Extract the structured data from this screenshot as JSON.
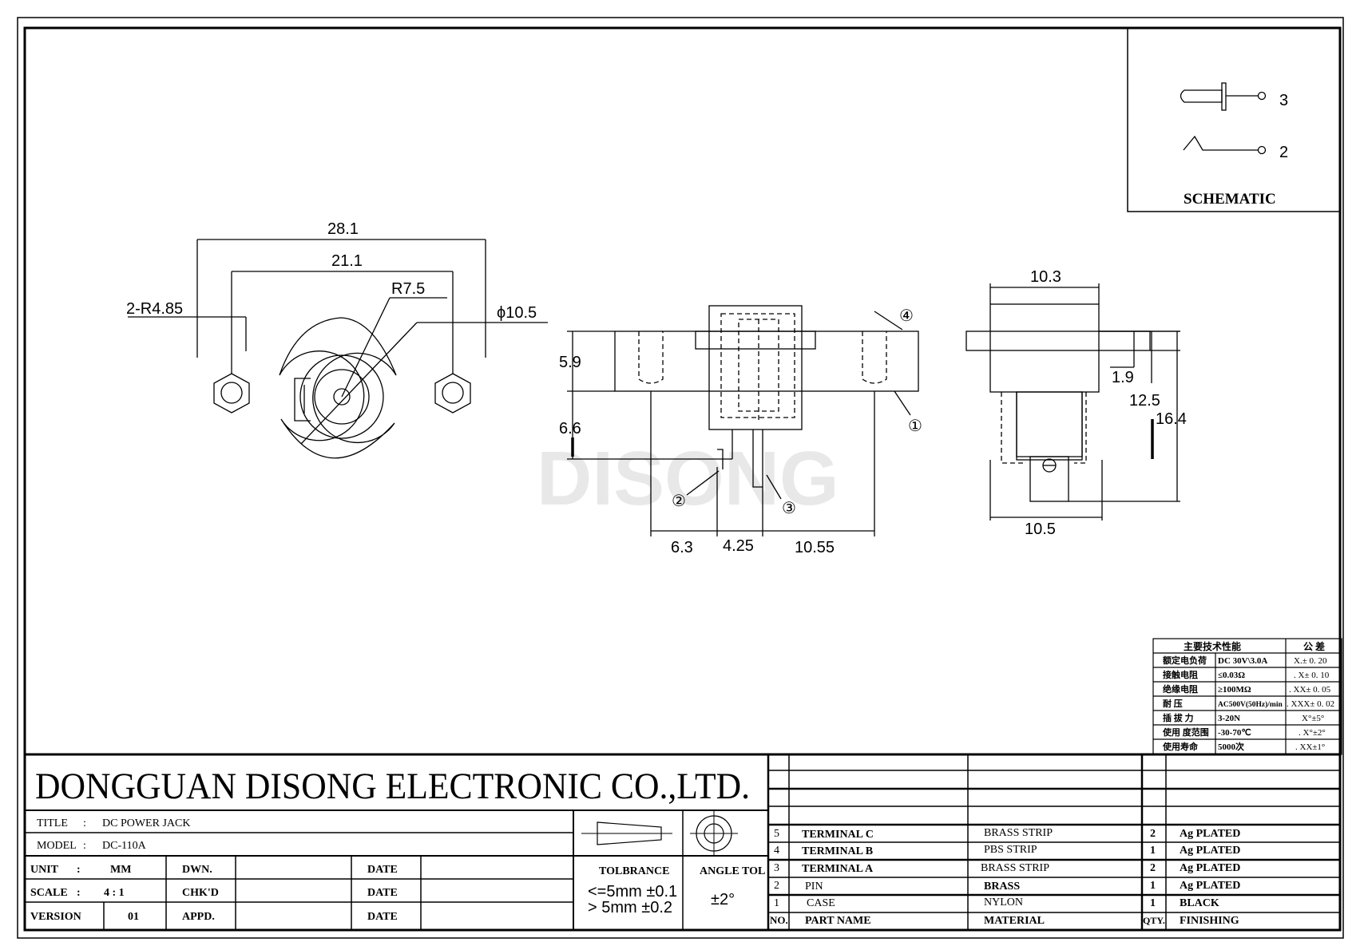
{
  "watermark": "DISONG",
  "schematic": {
    "label": "SCHEMATIC",
    "pin3": "3",
    "pin2": "2"
  },
  "dims": {
    "d28": "28.1",
    "d21": "21.1",
    "r75": "R7.5",
    "r485": "2-R4.85",
    "phi": "ϕ10.5",
    "d59": "5.9",
    "d66": "6.6",
    "d63": "6.3",
    "d425": "4.25",
    "d1055": "10.55",
    "d103": "10.3",
    "d19": "1.9",
    "d125": "12.5",
    "d164": "16.4",
    "d105": "10.5"
  },
  "callouts": {
    "c1": "①",
    "c2": "②",
    "c3": "③",
    "c4": "④"
  },
  "spec": {
    "header": "主要技术性能",
    "tol_header": "公 差",
    "rows": [
      {
        "k": "额定电负荷",
        "v": "DC 30V\\3.0A",
        "t": "X.± 0. 20"
      },
      {
        "k": "接触电阻",
        "v": "≤0.03Ω",
        "t": ". X± 0. 10"
      },
      {
        "k": "绝缘电阻",
        "v": "≥100MΩ",
        "t": ". XX± 0. 05"
      },
      {
        "k": "耐   压",
        "v": "AC500V(50Hz)/min",
        "t": ". XXX± 0. 02"
      },
      {
        "k": "插 拔 力",
        "v": "3-20N",
        "t": "X°±5°"
      },
      {
        "k": "使用 度范围",
        "v": "-30-70℃",
        "t": ". X°±2°"
      },
      {
        "k": "使用寿命",
        "v": "5000次",
        "t": ". XX±1°"
      }
    ]
  },
  "title_block": {
    "company": "DONGGUAN DISONG ELECTRONIC CO.,LTD.",
    "title_label": "TITLE",
    "title_value": "DC POWER JACK",
    "model_label": "MODEL",
    "model_value": "DC-110A",
    "unit_label": "UNIT",
    "unit_value": "MM",
    "scale_label": "SCALE",
    "scale_value": "4 : 1",
    "version_label": "VERSION",
    "version_value": "01",
    "dwn": "DWN.",
    "chkd": "CHK'D",
    "appd": "APPD.",
    "date": "DATE",
    "tolerance_label": "TOLBRANCE",
    "tol1": "<=5mm ±0.1",
    "tol2": "> 5mm ±0.2",
    "angle_label": "ANGLE TOL",
    "angle_value": "±2°"
  },
  "bom": {
    "rows": [
      {
        "no": "5",
        "name": "TERMINAL C",
        "material": "BRASS STRIP",
        "qty": "2",
        "finish": "Ag PLATED"
      },
      {
        "no": "4",
        "name": "TERMINAL B",
        "material": "PBS STRIP",
        "qty": "1",
        "finish": "Ag PLATED"
      },
      {
        "no": "3",
        "name": "TERMINAL A",
        "material": "BRASS STRIP",
        "qty": "2",
        "finish": "Ag PLATED"
      },
      {
        "no": "2",
        "name": "PIN",
        "material": "BRASS",
        "qty": "1",
        "finish": "Ag PLATED"
      },
      {
        "no": "1",
        "name": "CASE",
        "material": "NYLON",
        "qty": "1",
        "finish": "BLACK"
      }
    ],
    "header": {
      "no": "NO.",
      "name": "PART NAME",
      "material": "MATERIAL",
      "qty": "QTY.",
      "finish": "FINISHING"
    }
  }
}
